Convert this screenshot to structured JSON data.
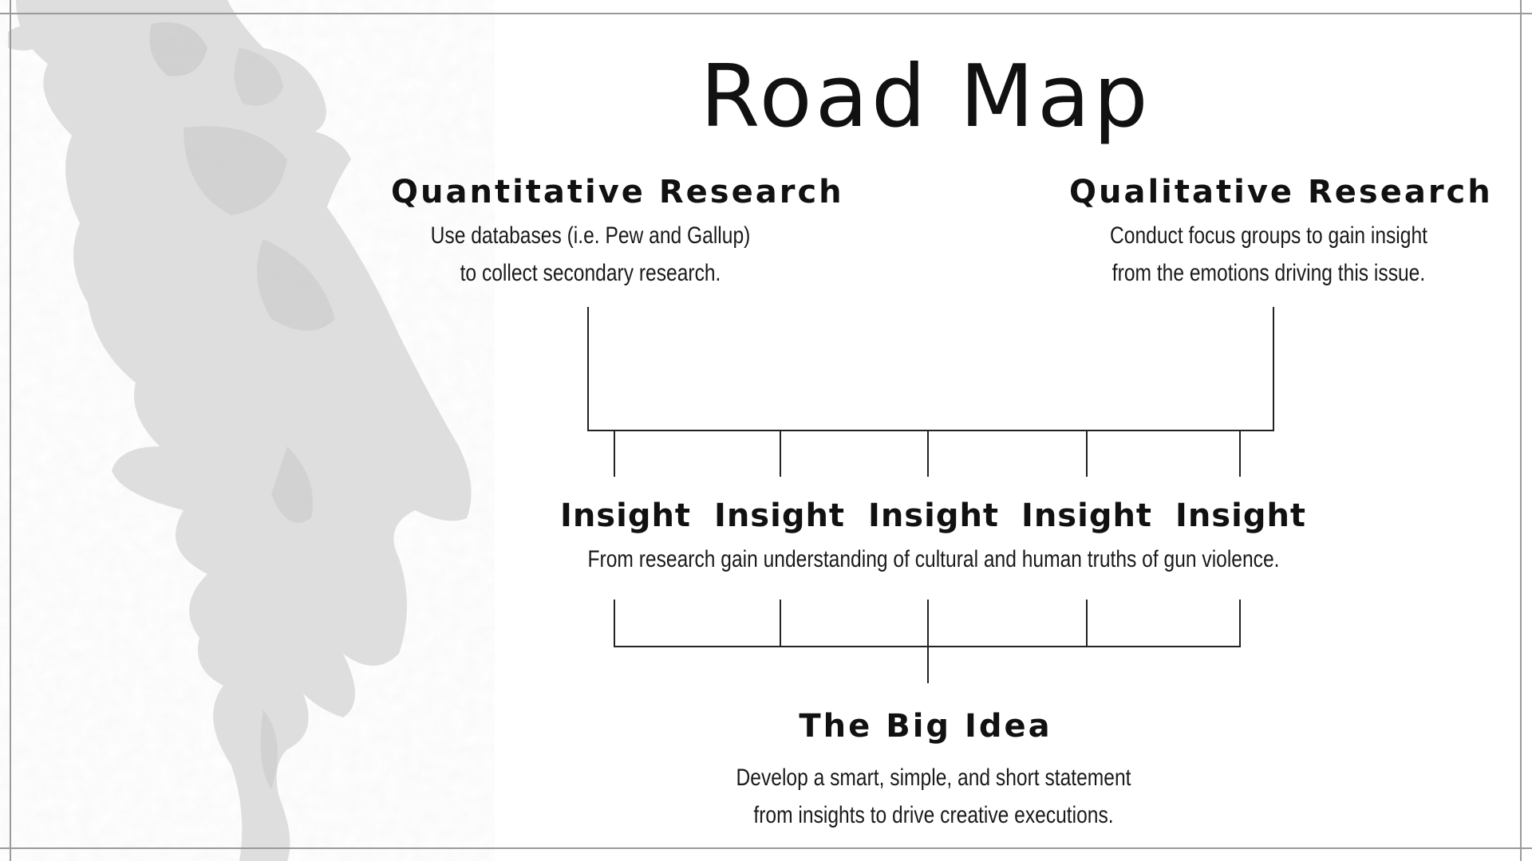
{
  "slide": {
    "title": "Road Map",
    "quantitative": {
      "heading": "Quantitative Research",
      "lines": [
        "Use databases (i.e. Pew and Gallup)",
        "to collect secondary research."
      ]
    },
    "qualitative": {
      "heading": "Qualitative Research",
      "lines": [
        "Conduct focus groups to gain insight",
        "from the emotions driving this issue."
      ]
    },
    "insights": {
      "labels": [
        "Insight",
        "Insight",
        "Insight",
        "Insight",
        "Insight"
      ],
      "description": "From research gain understanding of cultural and human truths of gun violence."
    },
    "big_idea": {
      "heading": "The Big Idea",
      "lines": [
        "Develop a smart, simple, and short statement",
        "from insights to drive creative executions."
      ]
    }
  },
  "colors": {
    "background": "#ffffff",
    "text": "#111111",
    "connector_lines": "#222222",
    "frame_lines": "#9a9a9a",
    "ink_splash": "#d9d9d9"
  }
}
